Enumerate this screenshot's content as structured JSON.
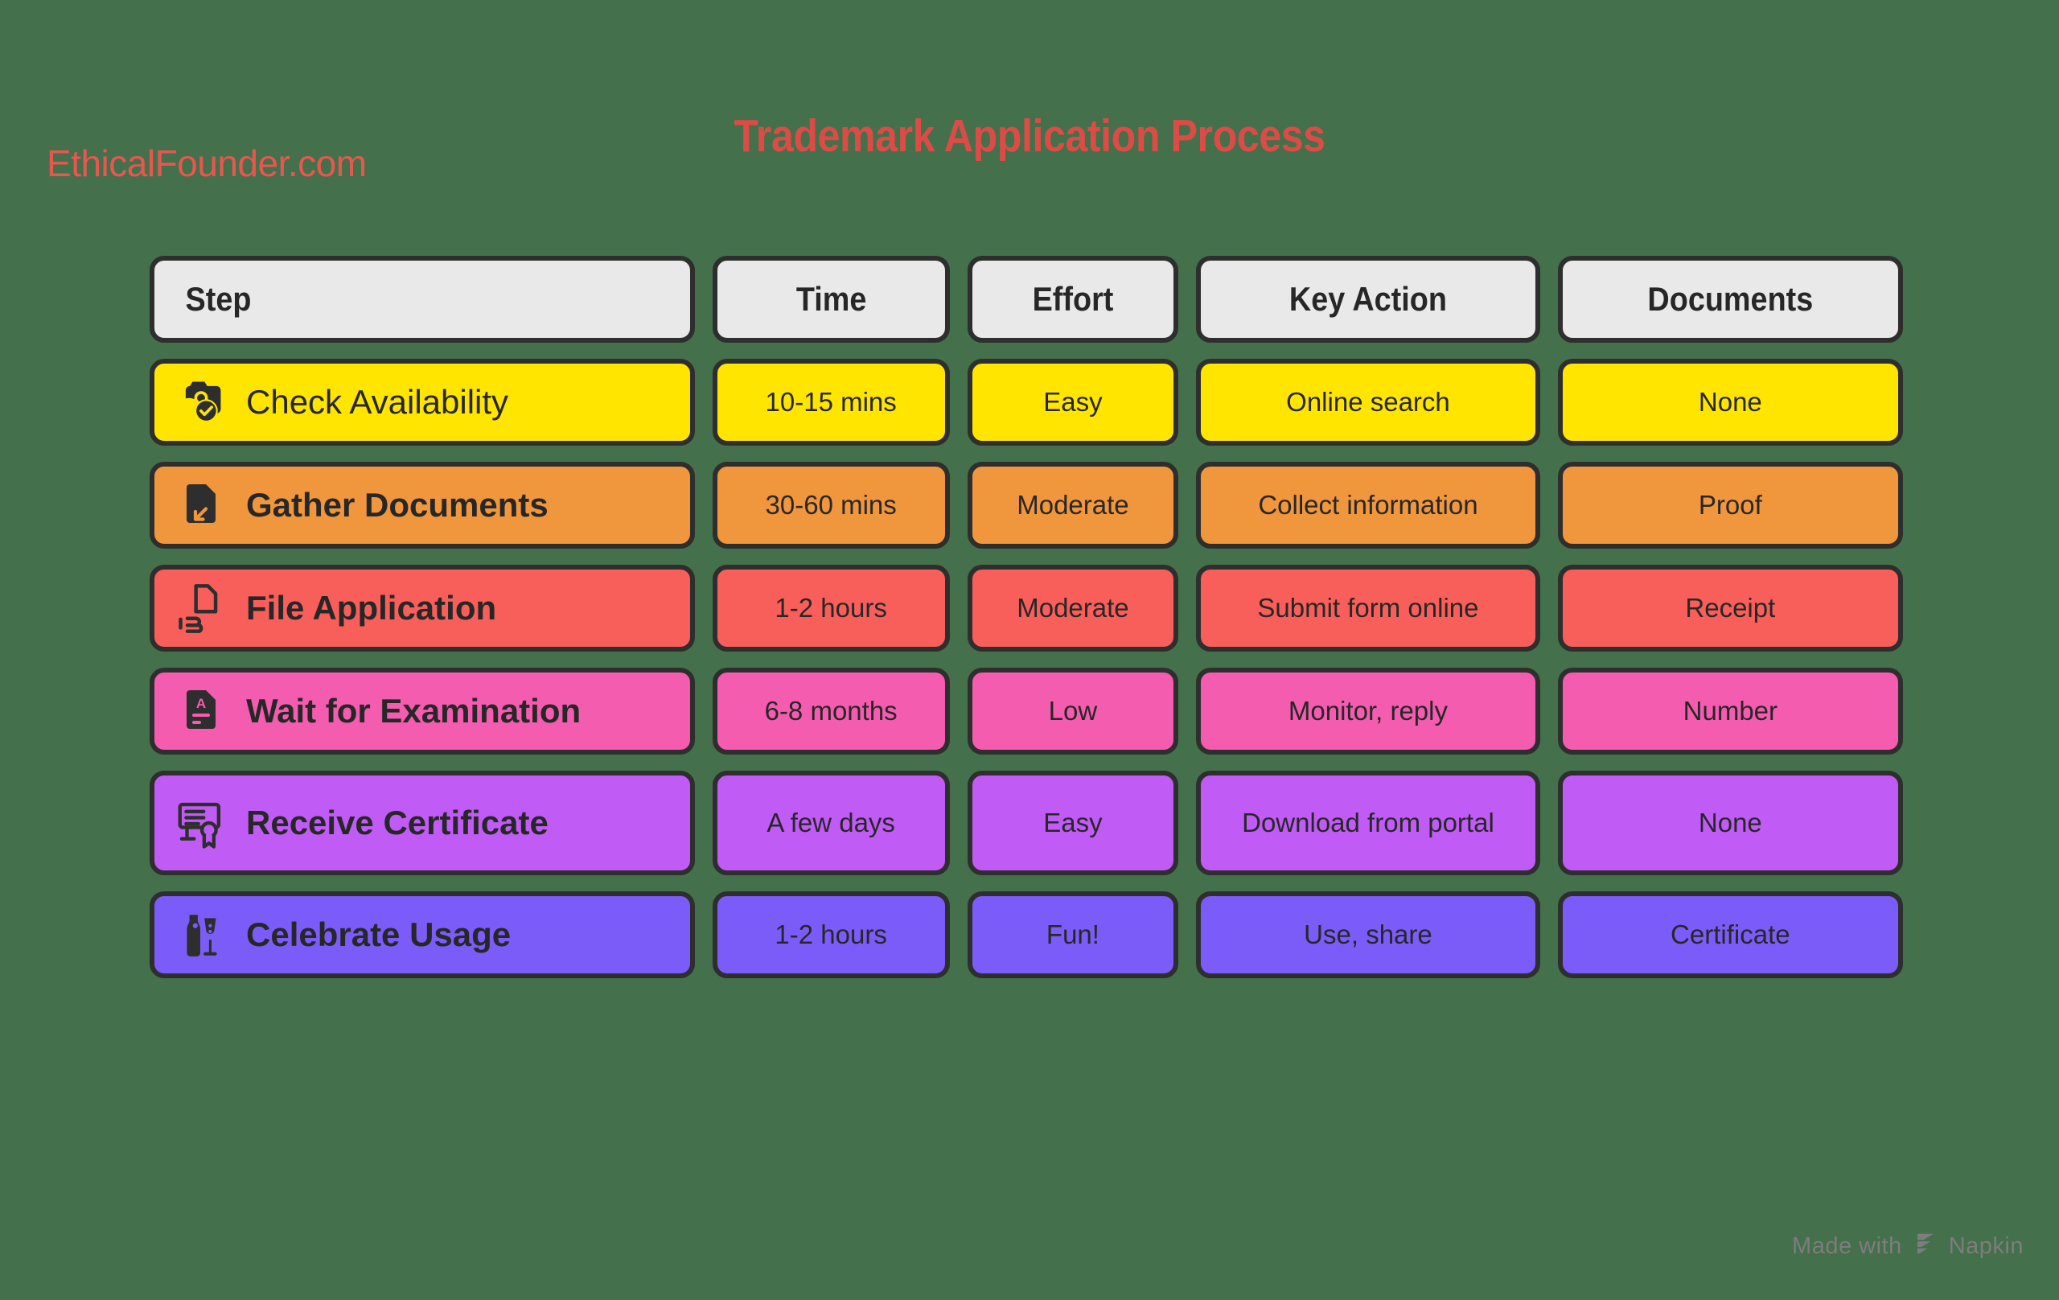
{
  "brand": "EthicalFounder.com",
  "title": "Trademark Application Process",
  "colors": {
    "background": "#44704C",
    "brand_text": "#E8574F",
    "title_text": "#DC4B46",
    "header_cell": "#E9E9E9",
    "border": "#2E2E2E",
    "row_1": "#FFE500",
    "row_2": "#F0963C",
    "row_3": "#F95F5A",
    "row_4": "#F45CAF",
    "row_5": "#C05CF5",
    "row_6": "#7C5CF8",
    "footer_text": "#7D7D7D"
  },
  "table": {
    "headers": [
      {
        "label": "Step"
      },
      {
        "label": "Time"
      },
      {
        "label": "Effort"
      },
      {
        "label": "Key Action"
      },
      {
        "label": "Documents"
      }
    ],
    "rows": [
      {
        "icon": "camera-check-icon",
        "step": "Check Availability",
        "step_bold": false,
        "time": "10-15 mins",
        "effort": "Easy",
        "key_action": "Online search",
        "documents": "None",
        "color": "#FFE500"
      },
      {
        "icon": "document-download-icon",
        "step": "Gather Documents",
        "step_bold": true,
        "time": "30-60 mins",
        "effort": "Moderate",
        "key_action": "Collect information",
        "documents": "Proof",
        "color": "#F0963C"
      },
      {
        "icon": "hand-holding-document-icon",
        "step": "File Application",
        "step_bold": true,
        "time": "1-2 hours",
        "effort": "Moderate",
        "key_action": "Submit form online",
        "documents": "Receipt",
        "color": "#F95F5A"
      },
      {
        "icon": "graded-paper-icon",
        "step": "Wait for Examination",
        "step_bold": true,
        "time": "6-8 months",
        "effort": "Low",
        "key_action": "Monitor, reply",
        "documents": "Number",
        "color": "#F45CAF"
      },
      {
        "icon": "certificate-seal-icon",
        "step": "Receive Certificate",
        "step_bold": true,
        "time": "A few days",
        "effort": "Easy",
        "key_action": "Download from portal",
        "documents": "None",
        "color": "#C05CF5"
      },
      {
        "icon": "champagne-celebration-icon",
        "step": "Celebrate Usage",
        "step_bold": true,
        "time": "1-2 hours",
        "effort": "Fun!",
        "key_action": "Use, share",
        "documents": "Certificate",
        "color": "#7C5CF8"
      }
    ]
  },
  "footer": {
    "made_with": "Made with",
    "product": "Napkin",
    "logo": "napkin-logo-icon"
  }
}
